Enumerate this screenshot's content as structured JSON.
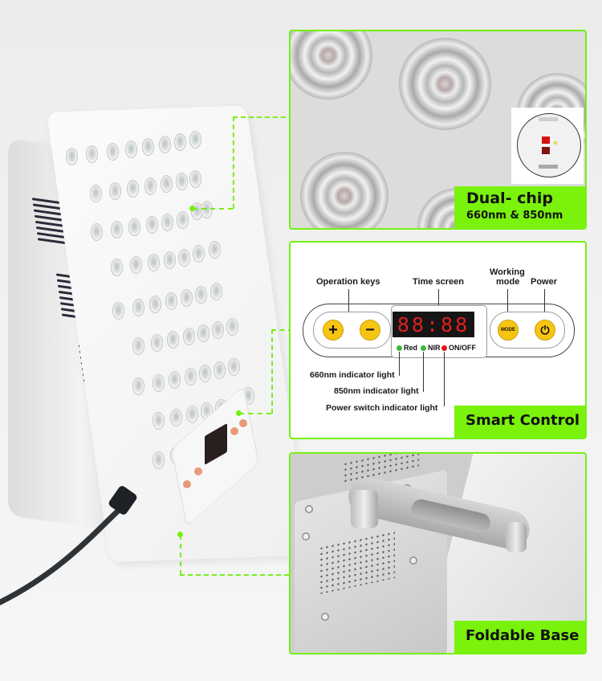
{
  "callouts": {
    "dual_chip": {
      "title": "Dual- chip",
      "subtitle": "660nm & 850nm"
    },
    "smart_control": {
      "title": "Smart Control",
      "labels": {
        "operation_keys": "Operation keys",
        "time_screen": "Time screen",
        "working_mode_line1": "Working",
        "working_mode_line2": "mode",
        "power": "Power"
      },
      "display_value": "88:88",
      "buttons": {
        "plus": "+",
        "minus": "−",
        "mode": "MODE",
        "power_icon": "⏻"
      },
      "indicators": [
        {
          "label": "Red",
          "color": "#3fb83a"
        },
        {
          "label": "NIR",
          "color": "#3fb83a"
        },
        {
          "label": "ON/OFF",
          "color": "#e8141b"
        }
      ],
      "indicator_notes": [
        "660nm indicator light",
        "850nm indicator light",
        "Power switch indicator light"
      ]
    },
    "foldable_base": {
      "title": "Foldable Base"
    }
  },
  "colors": {
    "accent_green": "#76f013",
    "badge_green": "#7af20c",
    "button_yellow": "#f7c511",
    "led_red": "#e02020"
  }
}
